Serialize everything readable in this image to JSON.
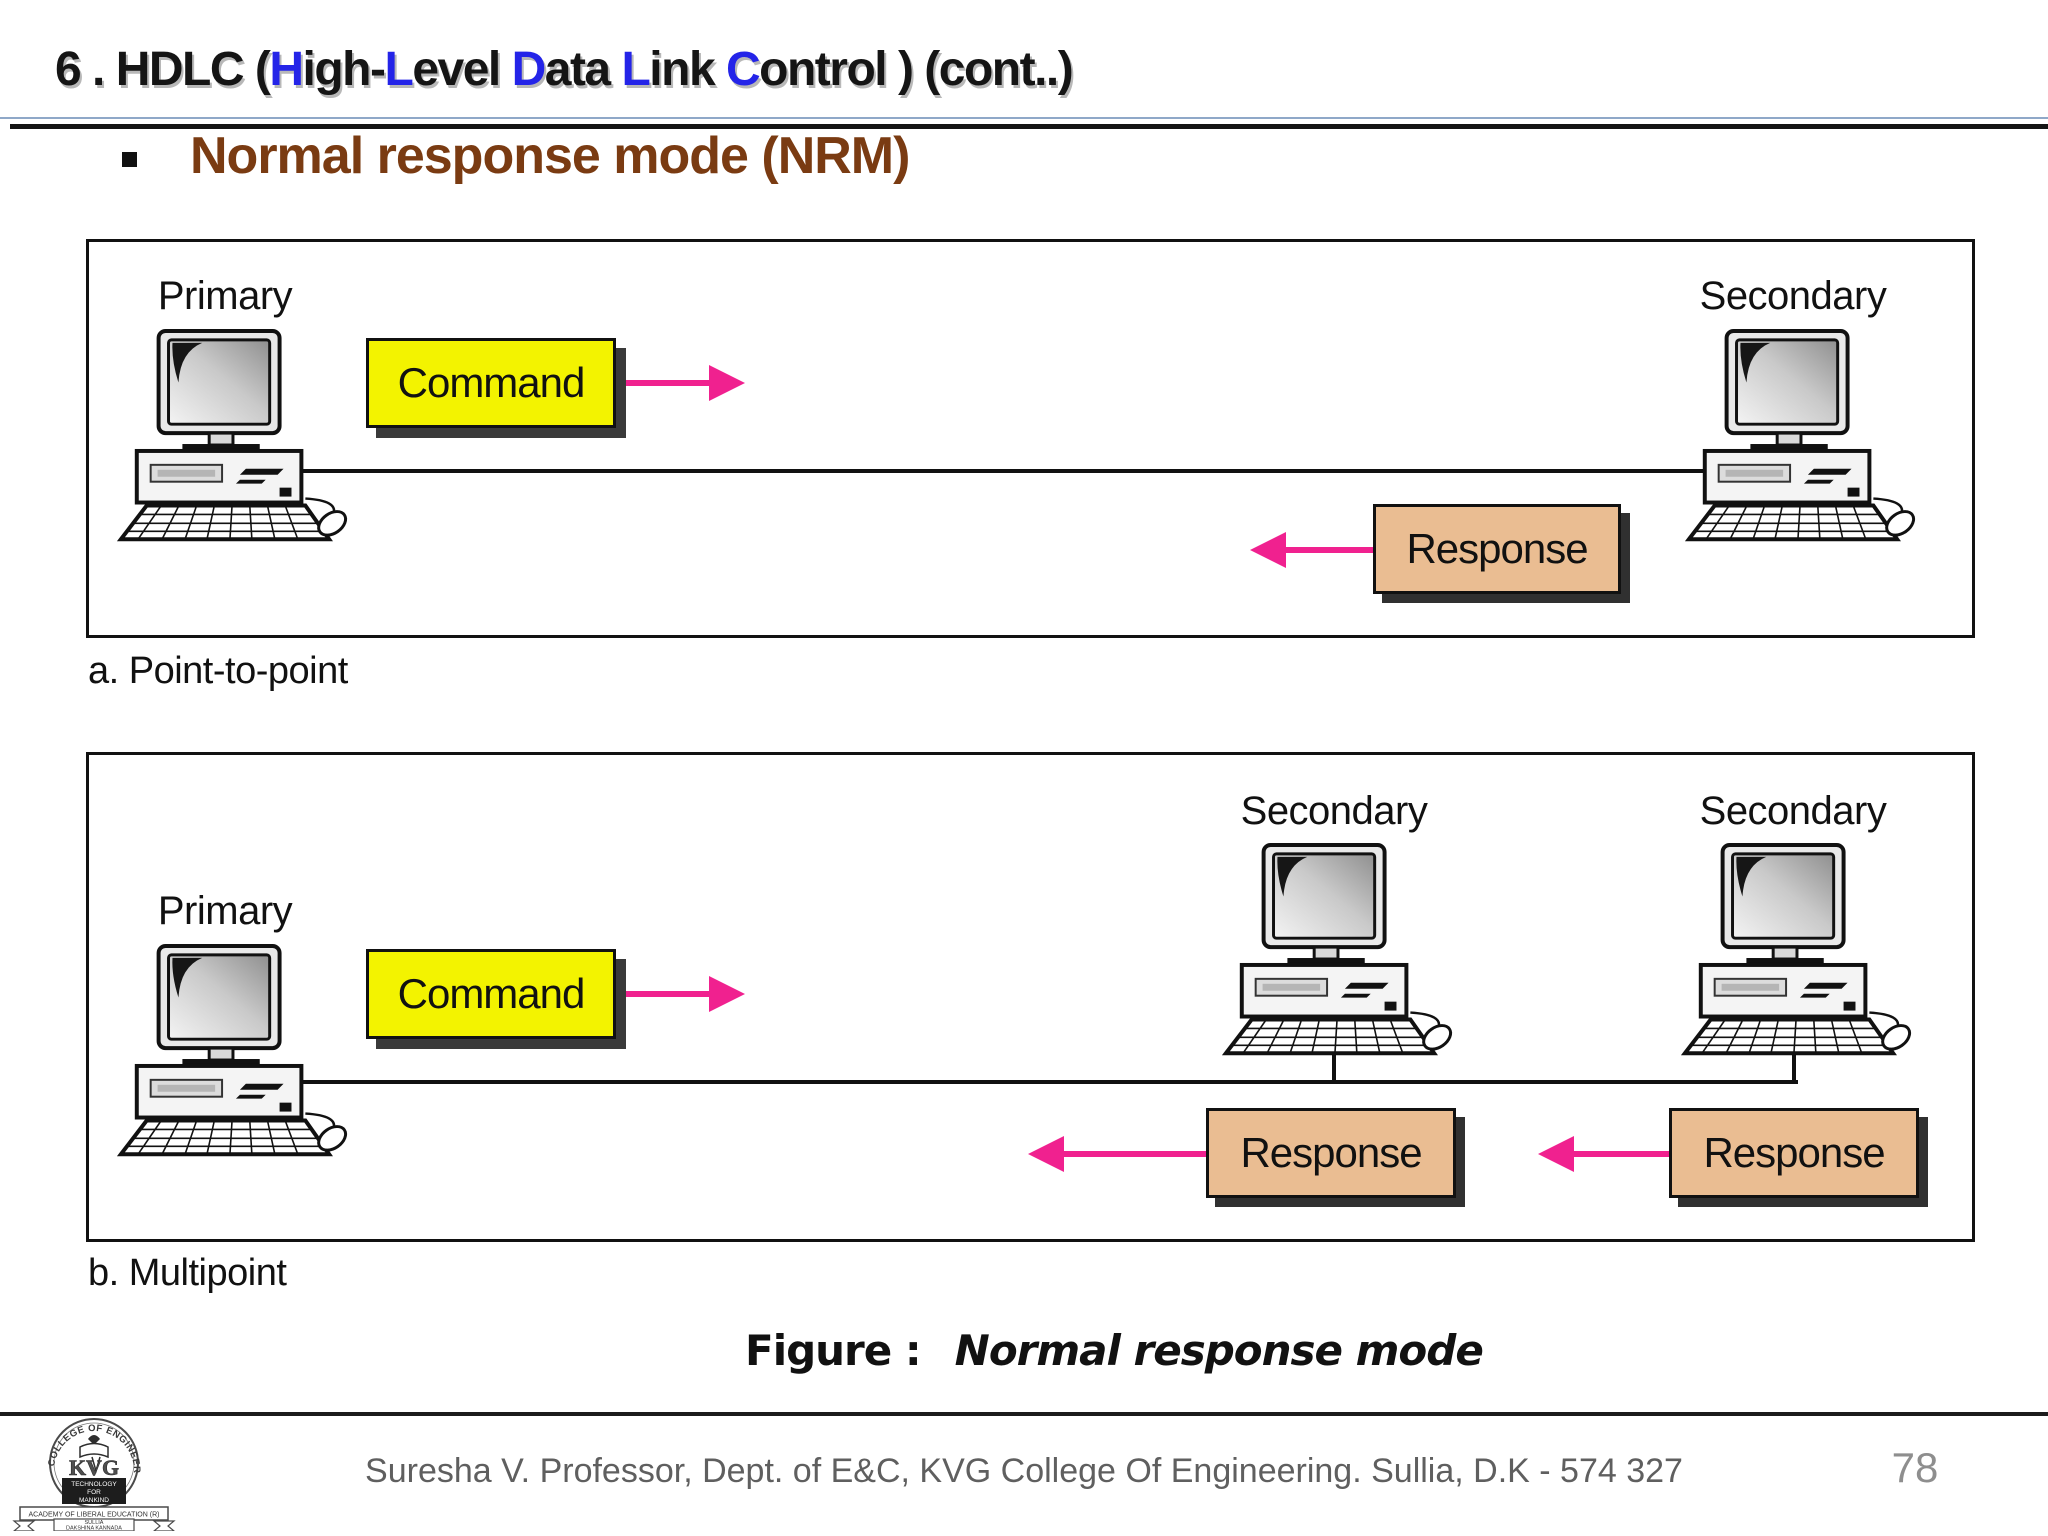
{
  "title": {
    "segments": [
      {
        "t": "6 .  HDLC (",
        "c": "k"
      },
      {
        "t": "H",
        "c": "b"
      },
      {
        "t": "igh-",
        "c": "k"
      },
      {
        "t": "L",
        "c": "b"
      },
      {
        "t": "evel ",
        "c": "k"
      },
      {
        "t": "D",
        "c": "b"
      },
      {
        "t": "ata ",
        "c": "k"
      },
      {
        "t": "L",
        "c": "b"
      },
      {
        "t": "ink ",
        "c": "k"
      },
      {
        "t": "C",
        "c": "b"
      },
      {
        "t": "ontrol ) (cont..)",
        "c": "k"
      }
    ],
    "full_text": "6 .  HDLC (High-Level Data Link Control ) (cont..)"
  },
  "heading": {
    "text": "Normal response mode (NRM)"
  },
  "diagram_a": {
    "caption": "a. Point-to-point",
    "primary_label": "Primary",
    "secondary_label": "Secondary",
    "command_label": "Command",
    "response_label": "Response"
  },
  "diagram_b": {
    "caption": "b. Multipoint",
    "primary_label": "Primary",
    "secondary1_label": "Secondary",
    "secondary2_label": "Secondary",
    "command_label": "Command",
    "response1_label": "Response",
    "response2_label": "Response"
  },
  "figure_caption": {
    "label": "Figure :",
    "text": "Normal response mode"
  },
  "footer": {
    "text": "Suresha V. Professor, Dept. of  E&C, KVG College Of Engineering. Sullia, D.K - 574 327",
    "page": "78"
  },
  "logo": {
    "arc_text": "KVG  COLLEGE  OF  ENGINEERING",
    "monogram": "KVG",
    "band_line1": "TECHNOLOGY",
    "band_line2": "FOR",
    "band_line3": "MANKIND",
    "academy": "ACADEMY OF LIBERAL EDUCATION (R)",
    "ribbon_line1": "SULLIA",
    "ribbon_line2": "DAKSHINA KANNADA"
  },
  "colors": {
    "title_accent": "#2424e8",
    "heading_brown": "#7a3b12",
    "command_fill": "#f3f300",
    "response_fill": "#eabd92",
    "arrow_pink": "#f0218f"
  }
}
